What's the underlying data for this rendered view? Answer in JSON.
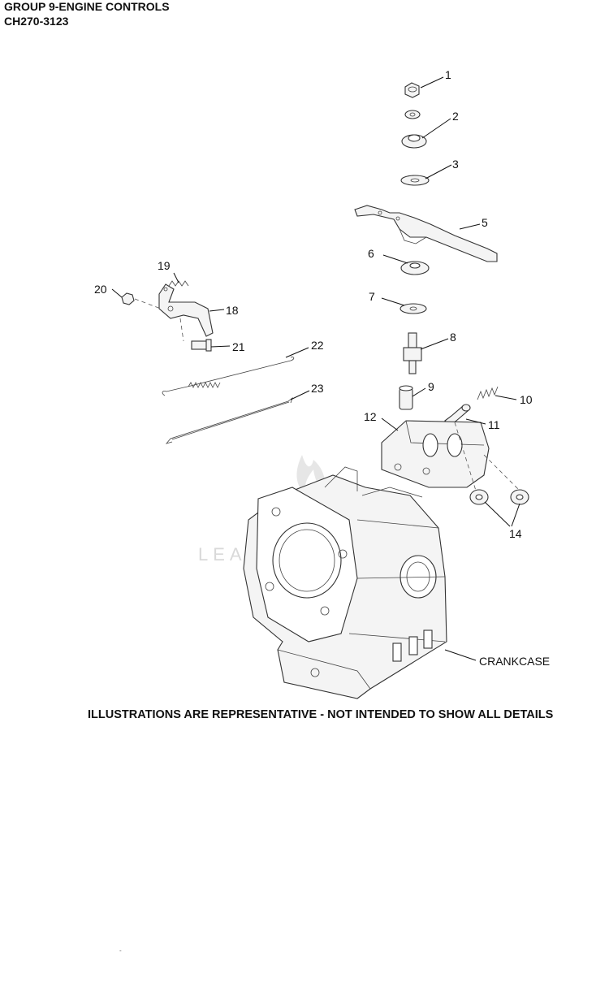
{
  "header": {
    "title": "GROUP 9-ENGINE CONTROLS",
    "model": "CH270-3123"
  },
  "callouts": [
    "1",
    "2",
    "3",
    "5",
    "6",
    "7",
    "8",
    "9",
    "10",
    "11",
    "12",
    "14",
    "18",
    "19",
    "20",
    "21",
    "22",
    "23"
  ],
  "labels": {
    "crankcase": "CRANKCASE"
  },
  "watermark": "LEADVEN",
  "note": "ILLUSTRATIONS ARE REPRESENTATIVE - NOT INTENDED TO SHOW ALL DETAILS",
  "footer_mark": "-"
}
